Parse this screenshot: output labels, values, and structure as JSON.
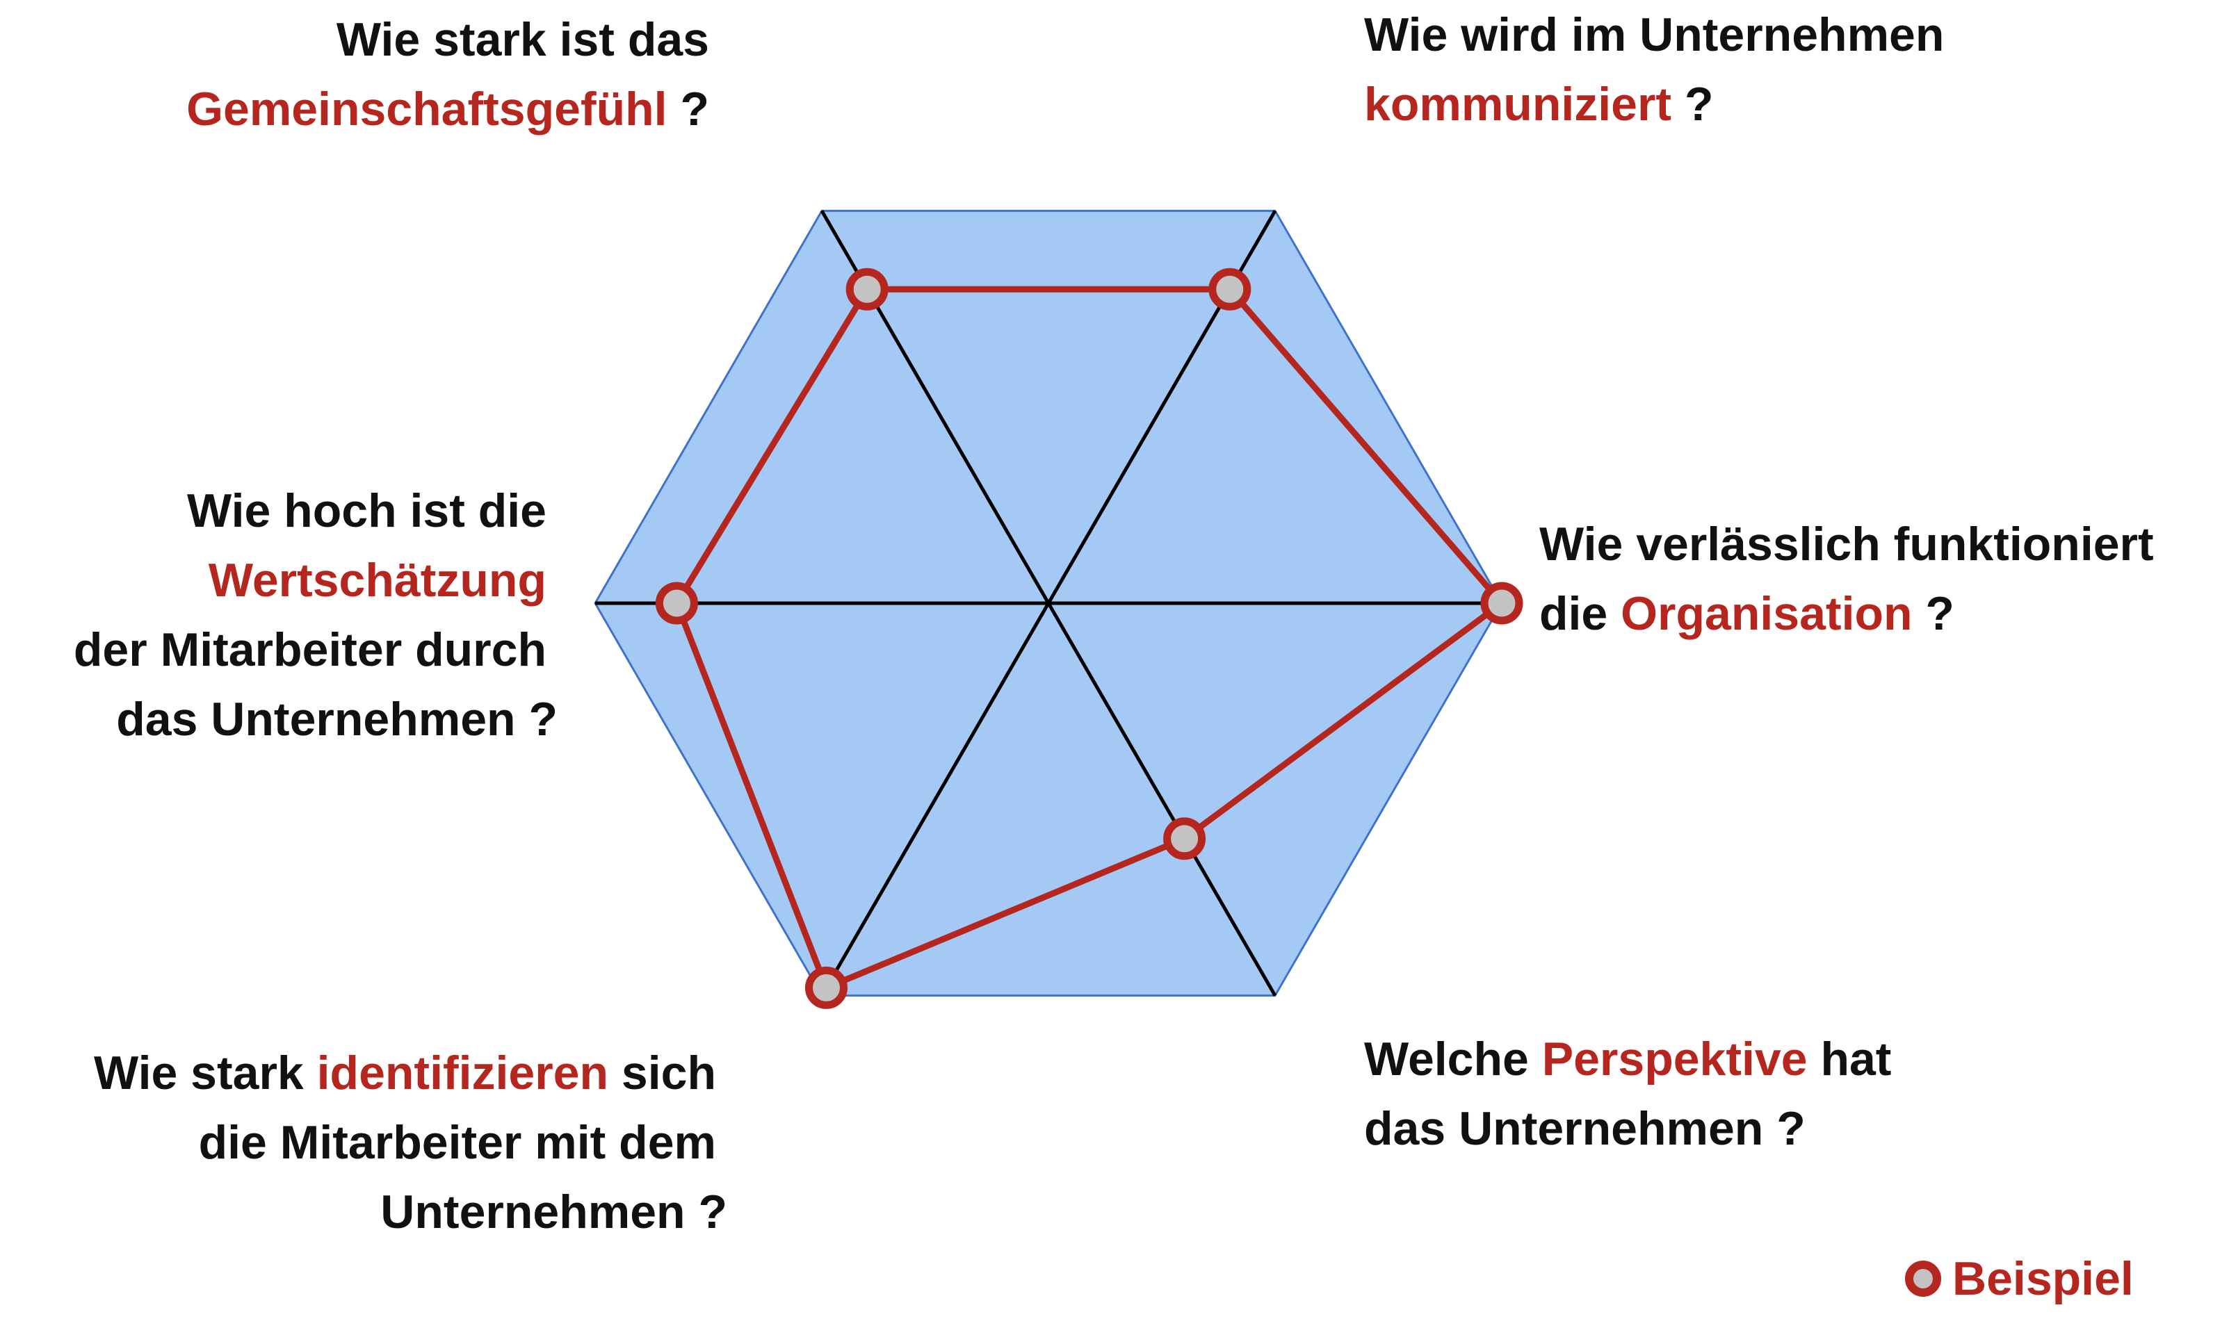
{
  "colors": {
    "hexagon_fill": "#a3c9f4",
    "hexagon_stroke": "#3f73c9",
    "axis_stroke": "#000000",
    "accent_red": "#b5261e",
    "marker_fill": "#c3c3c3",
    "text": "#111111"
  },
  "labels": {
    "gemeinschaft": {
      "line1": "Wie stark ist das",
      "highlight": "Gemeinschaftsgefühl",
      "tail": " ?"
    },
    "kommunikation": {
      "line1": "Wie wird im Unternehmen",
      "highlight": "kommuniziert",
      "tail": " ?"
    },
    "wertschaetzung": {
      "line1": "Wie hoch ist die",
      "highlight": "Wertschätzung",
      "line3": "der Mitarbeiter durch",
      "line4": "das Unternehmen ?"
    },
    "organisation": {
      "line1": "Wie verlässlich funktioniert",
      "prefix": "die ",
      "highlight": "Organisation",
      "tail": " ?"
    },
    "identifikation": {
      "prefix": "Wie stark ",
      "highlight": "identifizieren",
      "suffix": " sich",
      "line2": "die Mitarbeiter mit dem",
      "line3": "Unternehmen ?"
    },
    "perspektive": {
      "prefix": "Welche ",
      "highlight": "Perspektive",
      "suffix": " hat",
      "line2": "das Unternehmen ?"
    }
  },
  "legend": {
    "label": "Beispiel"
  },
  "chart_data": {
    "type": "radar",
    "shape": "hexagon",
    "axes": [
      "Gemeinschaftsgefühl",
      "kommuniziert",
      "Organisation",
      "Perspektive",
      "identifizieren",
      "Wertschätzung"
    ],
    "range": [
      0,
      1
    ],
    "gridlines": false,
    "series": [
      {
        "values": [
          0.8,
          0.8,
          1.0,
          0.6,
          0.98,
          0.82
        ]
      }
    ],
    "legend_position": "bottom-right"
  }
}
